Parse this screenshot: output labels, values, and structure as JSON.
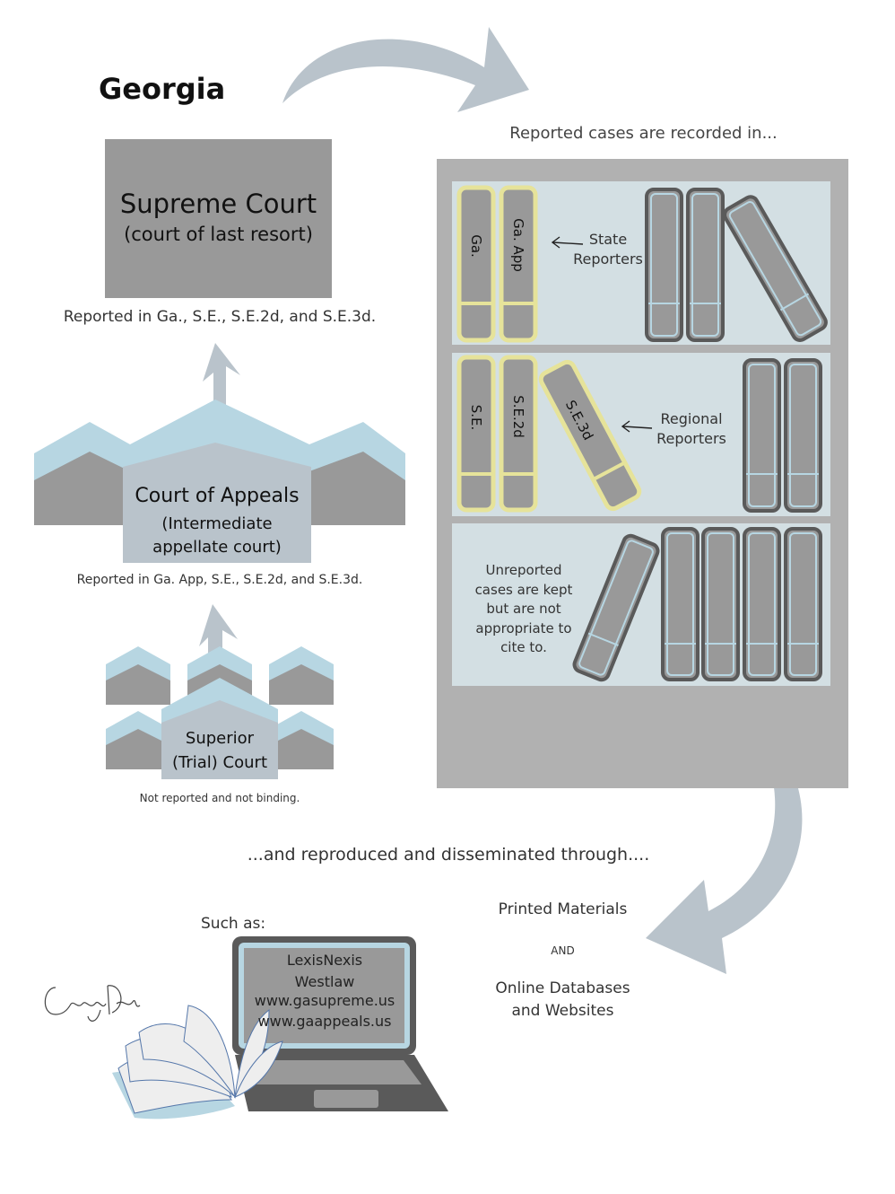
{
  "title": "Georgia",
  "supreme": {
    "line1": "Supreme Court",
    "line2": "(court of last resort)",
    "caption": "Reported in Ga., S.E., S.E.2d, and S.E.3d."
  },
  "appeals": {
    "line1": "Court of Appeals",
    "line2": "(Intermediate",
    "line3": "appellate court)",
    "caption": "Reported in Ga. App, S.E., S.E.2d, and S.E.3d."
  },
  "superior": {
    "line1": "Superior",
    "line2": "(Trial) Court",
    "caption": "Not reported and not binding."
  },
  "bookshelf": {
    "caption": "Reported cases are recorded in...",
    "state_books": [
      "Ga.",
      "Ga. App"
    ],
    "state_note": "State Reporters",
    "regional_books": [
      "S.E.",
      "S.E.2d",
      "S.E.3d"
    ],
    "regional_note": "Regional Reporters",
    "unreported_note": "Unreported cases are kept but are not appropriate to cite to."
  },
  "reproduced": {
    "caption": "...and reproduced and disseminated through....",
    "such_as": "Such as:",
    "printed": "Printed Materials",
    "and": "AND",
    "online_line1": "Online Databases",
    "online_line2": "and Websites"
  },
  "laptop": {
    "lines": [
      "LexisNexis",
      "Westlaw",
      "www.gasupreme.us",
      "www.gaappeals.us"
    ]
  },
  "colors": {
    "gray": "#999999",
    "light_blue": "#b7d6e2",
    "slate": "#b9c3cb",
    "shelf": "#d3dfe3",
    "cabinet": "#b1b1b1",
    "yellow": "#e6e39a",
    "dark": "#5a5a5a"
  }
}
